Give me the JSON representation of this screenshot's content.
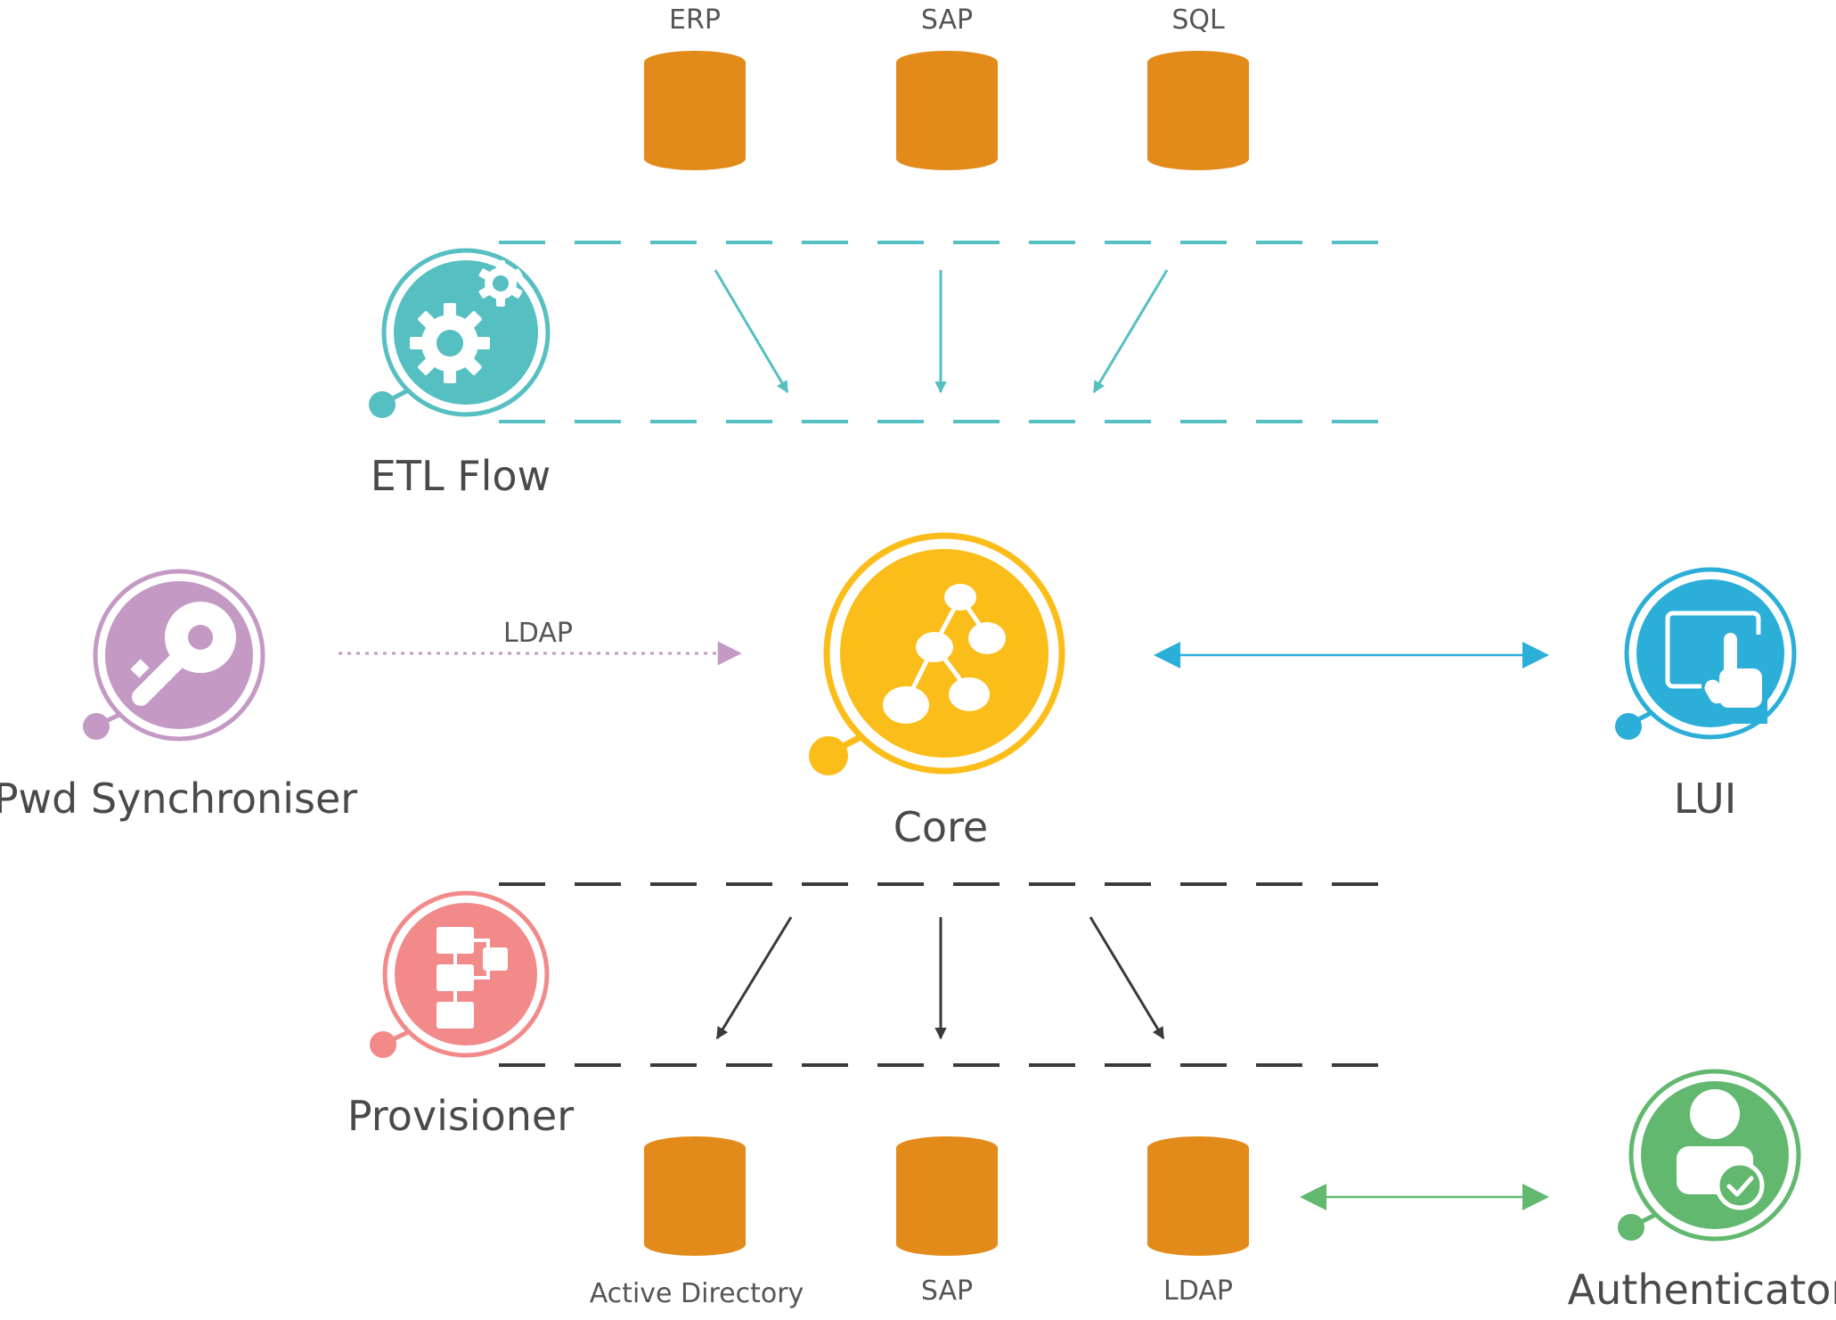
{
  "sources": {
    "items": [
      {
        "label": "ERP"
      },
      {
        "label": "SAP"
      },
      {
        "label": "SQL"
      }
    ]
  },
  "targets": {
    "items": [
      {
        "label": "Active Directory"
      },
      {
        "label": "SAP"
      },
      {
        "label": "LDAP"
      }
    ]
  },
  "components": {
    "etl": {
      "label": "ETL Flow",
      "color": "#56bfc2"
    },
    "core": {
      "label": "Core",
      "color": "#fbbd19"
    },
    "lui": {
      "label": "LUI",
      "color": "#2baed8"
    },
    "pwd": {
      "label": "Pwd Synchroniser",
      "color": "#c49ac4"
    },
    "provisioner": {
      "label": "Provisioner",
      "color": "#f28a8a"
    },
    "authenticator": {
      "label": "Authenticator",
      "color": "#62b86f"
    }
  },
  "connections": {
    "pwd_to_core": {
      "label": "LDAP"
    }
  },
  "colors": {
    "database": "#e38b1a",
    "etl_lines": "#56bfc2",
    "provisioner_lines": "#3a3a3a",
    "ldap_arrow": "#c49ac4",
    "lui_arrow": "#2baed8",
    "auth_arrow": "#62b86f"
  },
  "icons": {
    "etl": "gears-icon",
    "core": "node-graph-icon",
    "lui": "touch-screen-icon",
    "pwd": "key-icon",
    "provisioner": "flowchart-icon",
    "authenticator": "verified-user-icon",
    "database": "cylinder-database-icon"
  }
}
